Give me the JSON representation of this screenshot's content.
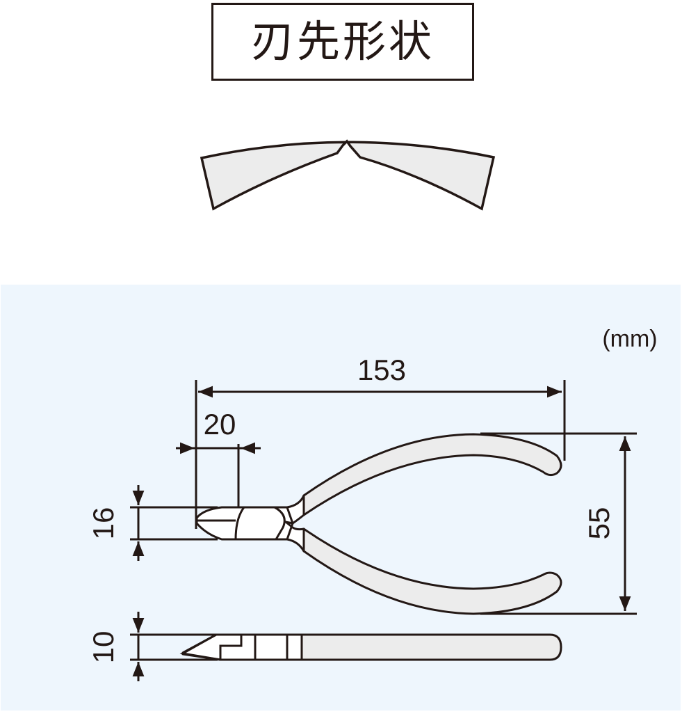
{
  "title": {
    "label": "刃先形状"
  },
  "colors": {
    "ink": "#231815",
    "panel_bg": "#eef6fd",
    "grip_fill": "#ececec",
    "metal_fill": "#ffffff"
  },
  "dimensions": {
    "unit_label": "(mm)",
    "overall_length": "153",
    "jaw_length": "20",
    "head_width": "16",
    "handle_span": "55",
    "thickness": "10"
  }
}
